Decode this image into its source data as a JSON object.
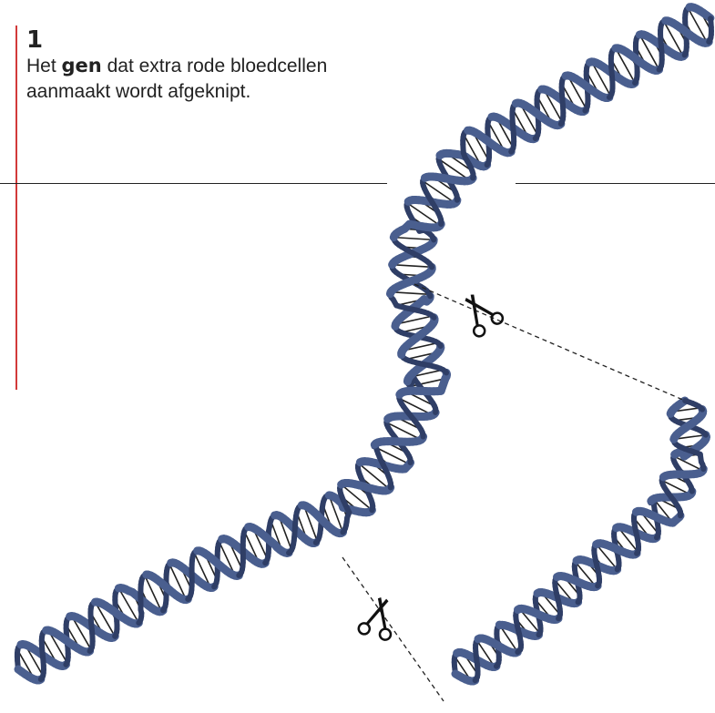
{
  "step": {
    "number": "1",
    "line1_prefix": "Het ",
    "line1_bold": "gen",
    "line1_suffix": " dat extra rode bloedcellen",
    "line2": "aanmaakt wordt afgeknipt."
  },
  "colors": {
    "accent_bar": "#d23a3a",
    "dna_strand": "#4a5f8f",
    "dna_strand_dark": "#2f3e66",
    "dna_rungs": "#222222",
    "divider": "#222222",
    "cut_line": "#222222"
  },
  "icons": [
    "scissors-icon",
    "dna-helix-illustration"
  ]
}
